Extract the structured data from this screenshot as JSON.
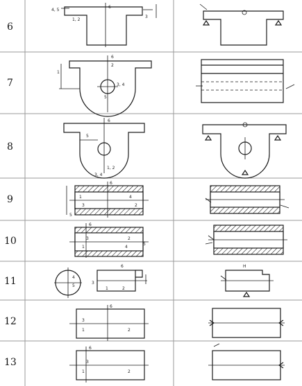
{
  "rows": [
    {
      "number": "6",
      "labels": [
        "4, 5",
        "1, 2",
        "6",
        "3"
      ]
    },
    {
      "number": "7",
      "labels": [
        "6",
        "1",
        "2",
        "3, 4",
        "5"
      ]
    },
    {
      "number": "8",
      "labels": [
        "6",
        "5",
        "1, 2",
        "3, 4"
      ]
    },
    {
      "number": "9",
      "labels": [
        "6",
        "1",
        "3",
        "4",
        "2",
        "5"
      ]
    },
    {
      "number": "10",
      "labels": [
        "6",
        "3",
        "1",
        "2",
        "4",
        "5"
      ]
    },
    {
      "number": "11",
      "labels": [
        "4",
        "5",
        "6",
        "1",
        "2",
        "3",
        "H"
      ]
    },
    {
      "number": "12",
      "labels": [
        "6",
        "3",
        "1",
        "2"
      ]
    },
    {
      "number": "13",
      "labels": [
        "6",
        "3",
        "1",
        "2"
      ]
    }
  ]
}
